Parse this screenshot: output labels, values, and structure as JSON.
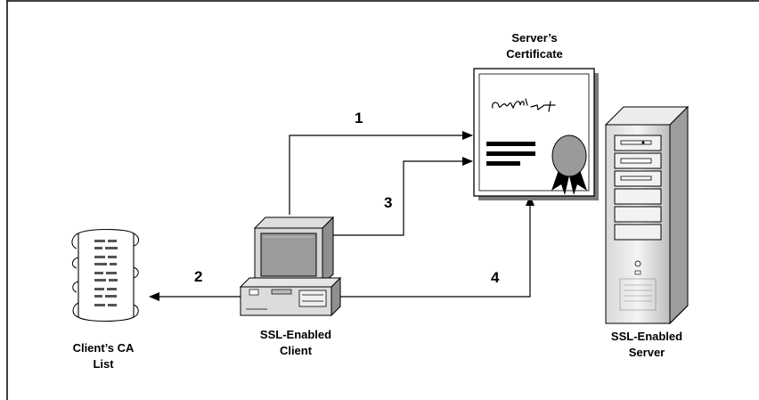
{
  "diagram": {
    "steps": {
      "one": "1",
      "two": "2",
      "three": "3",
      "four": "4"
    },
    "certificate": {
      "caption_line1": "Server’s",
      "caption_line2": "Certificate"
    },
    "client": {
      "caption_line1": "SSL-Enabled",
      "caption_line2": "Client"
    },
    "server": {
      "caption_line1": "SSL-Enabled",
      "caption_line2": "Server"
    },
    "ca_list": {
      "caption_line1": "Client’s CA",
      "caption_line2": "List"
    }
  }
}
